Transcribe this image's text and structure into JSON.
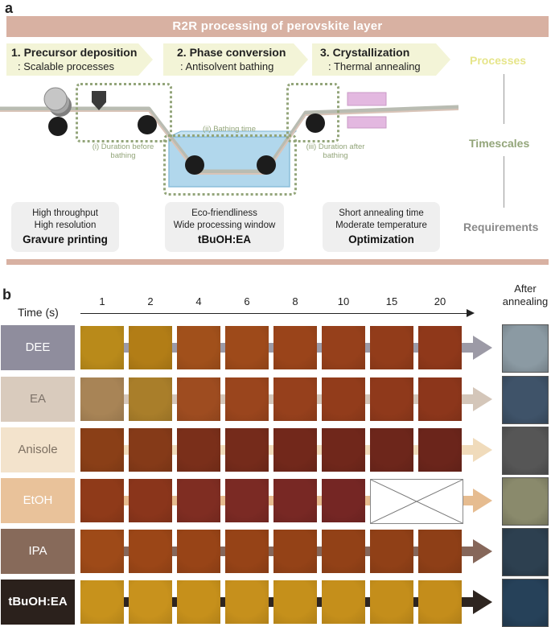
{
  "panel_a": {
    "letter": "a",
    "banner": "R2R processing of perovskite layer",
    "processes": [
      {
        "title": "1. Precursor deposition",
        "subtitle": ": Scalable processes"
      },
      {
        "title": "2. Phase conversion",
        "subtitle": ": Antisolvent bathing"
      },
      {
        "title": "3. Crystallization",
        "subtitle": ": Thermal annealing"
      }
    ],
    "side_labels": {
      "processes": "Processes",
      "timescales": "Timescales",
      "requirements": "Requirements"
    },
    "timescales": {
      "before": [
        "(i) Duration before",
        "bathing"
      ],
      "bathing": "(ii) Bathing time",
      "after": [
        "(iii) Duration after",
        "bathing"
      ]
    },
    "requirements": [
      {
        "lines": [
          "High throughput",
          "High resolution"
        ],
        "bold": "Gravure printing"
      },
      {
        "lines": [
          "Eco-friendliness",
          "Wide processing window"
        ],
        "bold": "tBuOH:EA"
      },
      {
        "lines": [
          "Short annealing time",
          "Moderate temperature"
        ],
        "bold": "Optimization"
      }
    ],
    "colors": {
      "banner": "#d8b1a2",
      "chevron": "#f3f4d7",
      "timescale": "#93a57a",
      "processes_label": "#e6e58a",
      "requirements_label": "#8a8a8a"
    }
  },
  "panel_b": {
    "letter": "b",
    "time_axis_label": "Time (s)",
    "times": [
      "1",
      "2",
      "4",
      "6",
      "8",
      "10",
      "15",
      "20"
    ],
    "after_label": [
      "After",
      "annealing"
    ],
    "rows": [
      {
        "name": "DEE",
        "label_bg": "#8f8d9d",
        "label_color": "#ffffff",
        "arrow": "#9c9aa6",
        "samples": [
          "#b98a1a",
          "#b27d16",
          "#a1501b",
          "#9e4a1a",
          "#9a441a",
          "#96401b",
          "#923c1a",
          "#8f381a"
        ],
        "after": "#8b9aa3"
      },
      {
        "name": "EA",
        "label_bg": "#d9cbbd",
        "label_color": "#7d7269",
        "arrow": "#d4c6b9",
        "samples": [
          "#a88456",
          "#a97e2a",
          "#9e4c20",
          "#9a451d",
          "#96401c",
          "#923c1b",
          "#8f391b",
          "#8c361b"
        ],
        "after": "#3f5369"
      },
      {
        "name": "Anisole",
        "label_bg": "#f3e3cc",
        "label_color": "#7d7062",
        "arrow": "#f0dbbb",
        "samples": [
          "#8a3f17",
          "#853a18",
          "#7a2f1a",
          "#752b1b",
          "#72281b",
          "#70271b",
          "#6d261b",
          "#6b251b"
        ],
        "after": "#565656"
      },
      {
        "name": "EtOH",
        "label_bg": "#e9c29a",
        "label_color": "#ffffff",
        "arrow": "#e6bc90",
        "samples": [
          "#8f3a19",
          "#8a351b",
          "#7f2d22",
          "#7b2a24",
          "#782824",
          "#752624",
          null,
          null
        ],
        "after": "#8a8a6c"
      },
      {
        "name": "IPA",
        "label_bg": "#876a5a",
        "label_color": "#ffffff",
        "arrow": "#86675a",
        "samples": [
          "#9e4a18",
          "#9b4617",
          "#984417",
          "#964317",
          "#944217",
          "#924117",
          "#904017",
          "#8e3f17"
        ],
        "after": "#2d4050"
      },
      {
        "name": "tBuOH:EA",
        "label_bg": "#2b211c",
        "label_color": "#ffffff",
        "arrow": "#2e2520",
        "samples": [
          "#c7921c",
          "#c8921d",
          "#c6901b",
          "#c6901c",
          "#c5901b",
          "#c58f1b",
          "#c48e1b",
          "#c48d1b"
        ],
        "after": "#264159"
      }
    ]
  }
}
